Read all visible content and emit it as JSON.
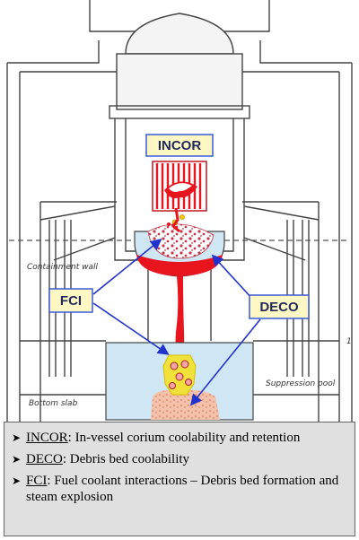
{
  "labels": {
    "incor": "INCOR",
    "fci": "FCI",
    "deco": "DECO"
  },
  "drawing_text": {
    "containment_wall": "Containment wall",
    "suppression_pool": "Suppression pool",
    "bottom_slab": "Bottom slab",
    "elevation_mark": "1"
  },
  "legend": [
    {
      "term": "INCOR",
      "desc": ": In-vessel corium coolability and retention"
    },
    {
      "term": "DECO",
      "desc": ": Debris bed coolability"
    },
    {
      "term": "FCI",
      "desc": ": Fuel coolant interactions – Debris bed formation and steam explosion"
    }
  ],
  "icons": {
    "bullet": "arrowhead-bullet-icon"
  },
  "colors": {
    "corium": "#e8141e",
    "water": "#cfe6f5",
    "debris": "#f2b8a0",
    "label_border": "#3a5bd6",
    "label_fill": "#fff8c4",
    "arrow": "#2233cc",
    "droplet": "#f0d000"
  }
}
